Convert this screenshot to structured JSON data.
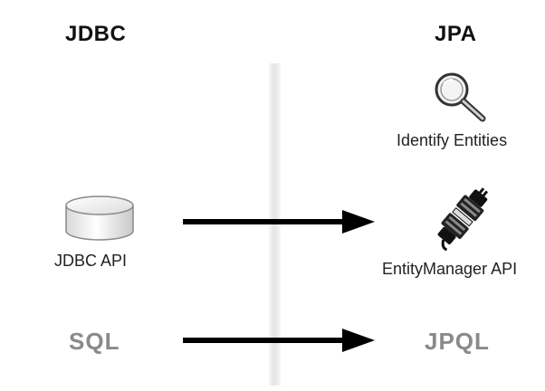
{
  "headings": {
    "left": "JDBC",
    "right": "JPA"
  },
  "labels": {
    "identify_entities": "Identify Entities",
    "jdbc_api": "JDBC API",
    "entity_manager_api": "EntityManager API",
    "sql": "SQL",
    "jpql": "JPQL"
  },
  "icons": {
    "magnifier": "magnifying-glass-icon",
    "database": "database-icon",
    "plug": "connector-plug-icon"
  },
  "colors": {
    "text": "#222222",
    "heading": "#111111",
    "gray_text": "#8a8a8a",
    "arrow": "#000000",
    "divider": "#e4e4e4"
  }
}
